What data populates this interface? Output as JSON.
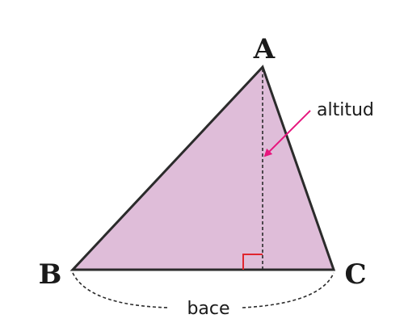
{
  "vertices": {
    "a": "A",
    "b": "B",
    "c": "C"
  },
  "labels": {
    "altitude": "altitud",
    "base": "bace"
  },
  "colors": {
    "fill": "#dfbdd9",
    "stroke": "#2b2b2b",
    "right_angle": "#e0262f",
    "arrow": "#e6177e"
  }
}
